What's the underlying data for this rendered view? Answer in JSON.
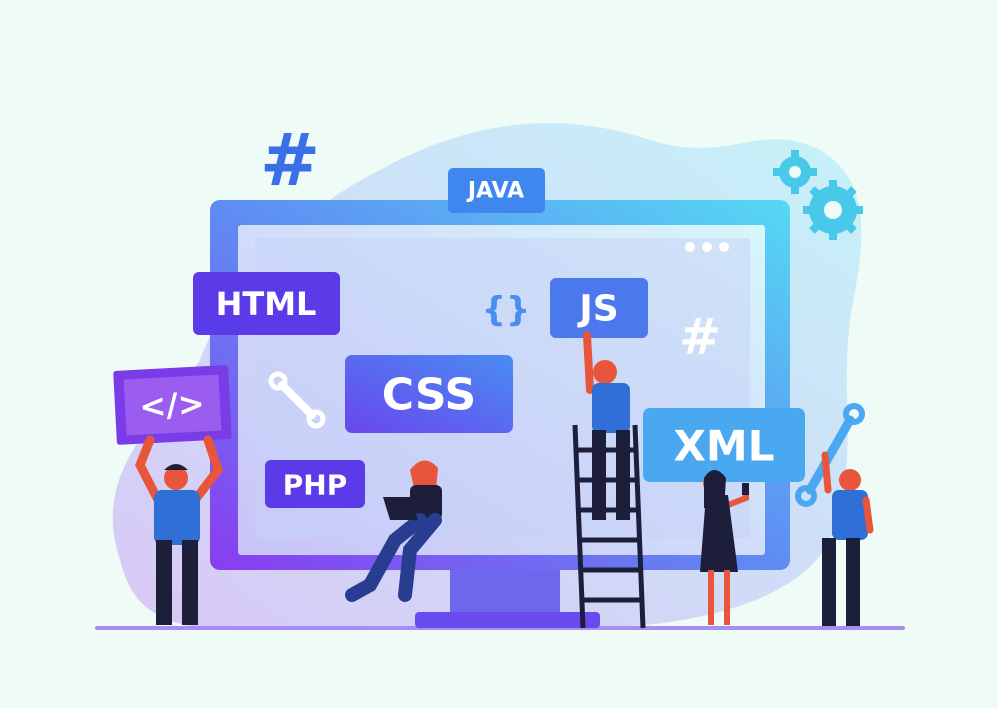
{
  "tags": {
    "java": "JAVA",
    "html": "HTML",
    "js": "JS",
    "css": "CSS",
    "php": "PHP",
    "xml": "XML",
    "code": "</>",
    "braces": "{}",
    "hash_top": "#",
    "hash_screen": "#"
  },
  "colors": {
    "background": "#effbf7",
    "blob": "#c8f1f7",
    "purple": "#6b3df0",
    "blue": "#3c7ef0",
    "cyan": "#4fd6f2",
    "skin": "#e8553a",
    "shirt": "#2f6fd6",
    "pants": "#1d1f3a"
  }
}
